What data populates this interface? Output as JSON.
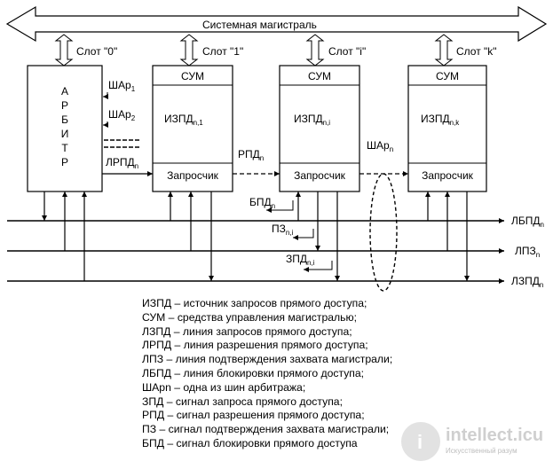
{
  "bus": {
    "title": "Системная магистраль"
  },
  "slots": [
    "Слот \"0\"",
    "Слот \"1\"",
    "Слот \"i\"",
    "Слот \"k\""
  ],
  "arbiter": {
    "letters": [
      "А",
      "Р",
      "Б",
      "И",
      "Т",
      "Р"
    ]
  },
  "modules": [
    {
      "sum": "СУМ",
      "izpd": "ИЗПД",
      "izpd_sub": "n,1",
      "req": "Запросчик"
    },
    {
      "sum": "СУМ",
      "izpd": "ИЗПД",
      "izpd_sub": "n,i",
      "req": "Запросчик"
    },
    {
      "sum": "СУМ",
      "izpd": "ИЗПД",
      "izpd_sub": "n,k",
      "req": "Запросчик"
    }
  ],
  "signals": {
    "shar1": "ШАр",
    "shar1_sub": "1",
    "shar2": "ШАр",
    "shar2_sub": "2",
    "lrpd": "ЛРПД",
    "lrpd_sub": "n",
    "rpd": "РПД",
    "rpd_sub": "n",
    "sharn": "ШАр",
    "sharn_sub": "n",
    "bpd": "БПД",
    "bpd_sub": "n",
    "pz": "ПЗ",
    "pz_sub": "n,i",
    "zpd": "ЗПД",
    "zpd_sub": "n,i"
  },
  "lines": {
    "lbpd": "ЛБПД",
    "lbpd_sub": "n",
    "lpz": "ЛПЗ",
    "lpz_sub": "n",
    "lzpd": "ЛЗПД",
    "lzpd_sub": "n"
  },
  "legend": [
    "ИЗПД – источник запросов прямого доступа;",
    "СУМ – средства управления магистралью;",
    "ЛЗПД – линия запросов прямого доступа;",
    "ЛРПД – линия разрешения прямого доступа;",
    "ЛПЗ – линия подтверждения захвата магистрали;",
    "ЛБПД – линия блокировки прямого доступа;",
    "ШАрn – одна из шин арбитража;",
    "ЗПД – сигнал запроса прямого доступа;",
    "РПД – сигнал разрешения прямого доступа;",
    "ПЗ – сигнал подтверждения захвата магистрали;",
    "БПД – сигнал блокировки прямого доступа"
  ],
  "watermark": {
    "name": "intellect.icu",
    "tagline": "Искусственный разум"
  }
}
